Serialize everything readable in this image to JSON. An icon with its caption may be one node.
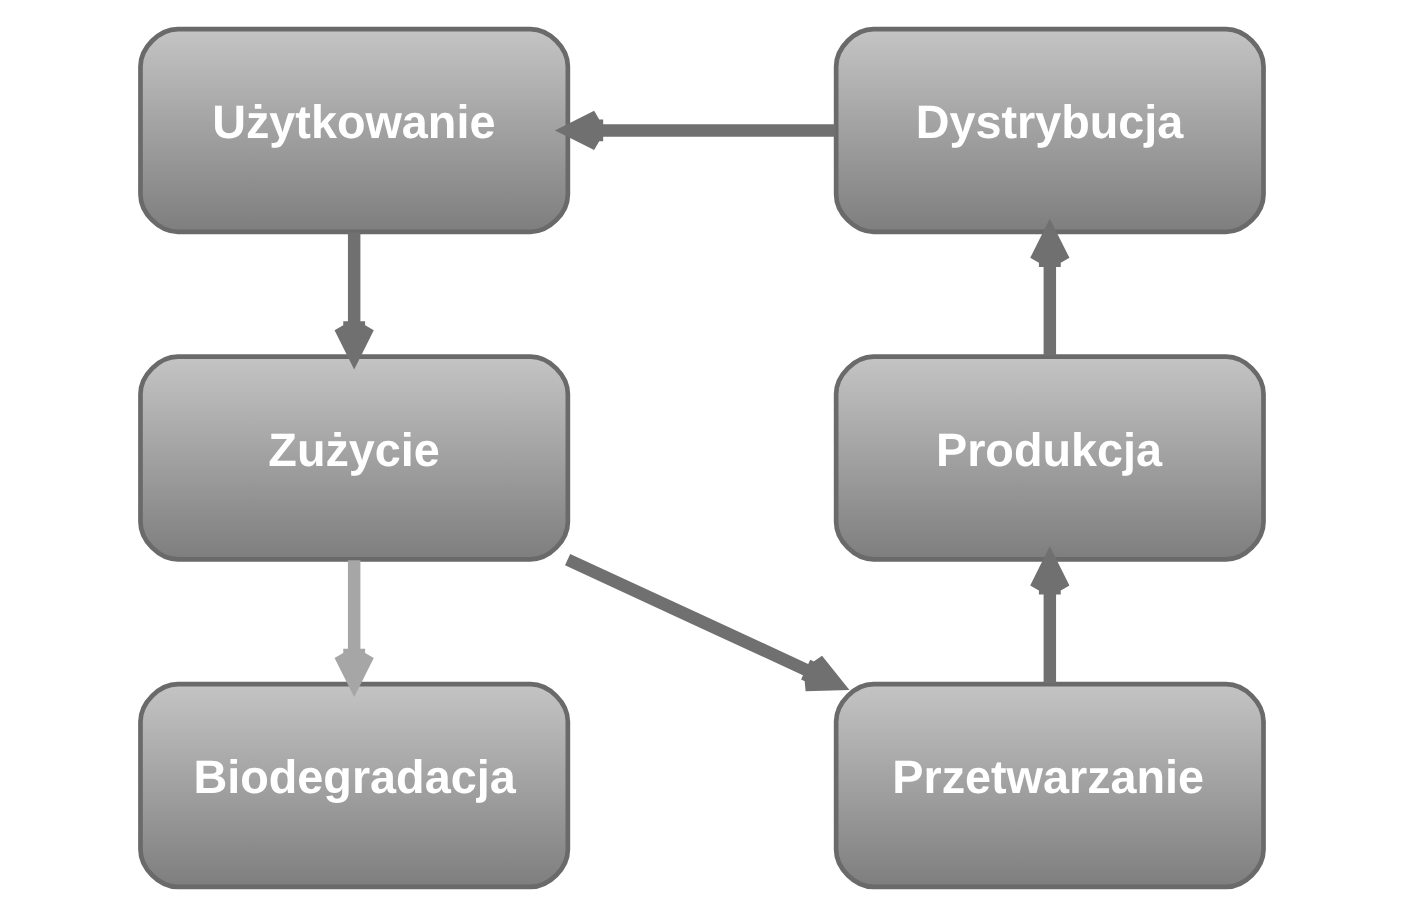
{
  "diagram": {
    "nodes": [
      {
        "text": [
          "Użytkowanie"
        ]
      },
      {
        "text": [
          "Dystrybucja"
        ]
      },
      {
        "text": [
          "Zużycie"
        ]
      },
      {
        "text": [
          "Produkcja"
        ]
      },
      {
        "text": [
          "Biodegradacja"
        ]
      },
      {
        "text": [
          "Przetwarzanie"
        ]
      }
    ],
    "edges": [
      {
        "from": 1,
        "to": 0,
        "arrow": "to"
      },
      {
        "from": 0,
        "to": 2,
        "arrow": "to"
      },
      {
        "from": 2,
        "to": 4,
        "arrow": "to",
        "color": "#a6a6a6"
      },
      {
        "from": 2,
        "to": 5,
        "arrow": "to"
      },
      {
        "from": 5,
        "to": 3,
        "arrow": "to"
      },
      {
        "from": 3,
        "to": 1,
        "arrow": "to"
      }
    ]
  }
}
